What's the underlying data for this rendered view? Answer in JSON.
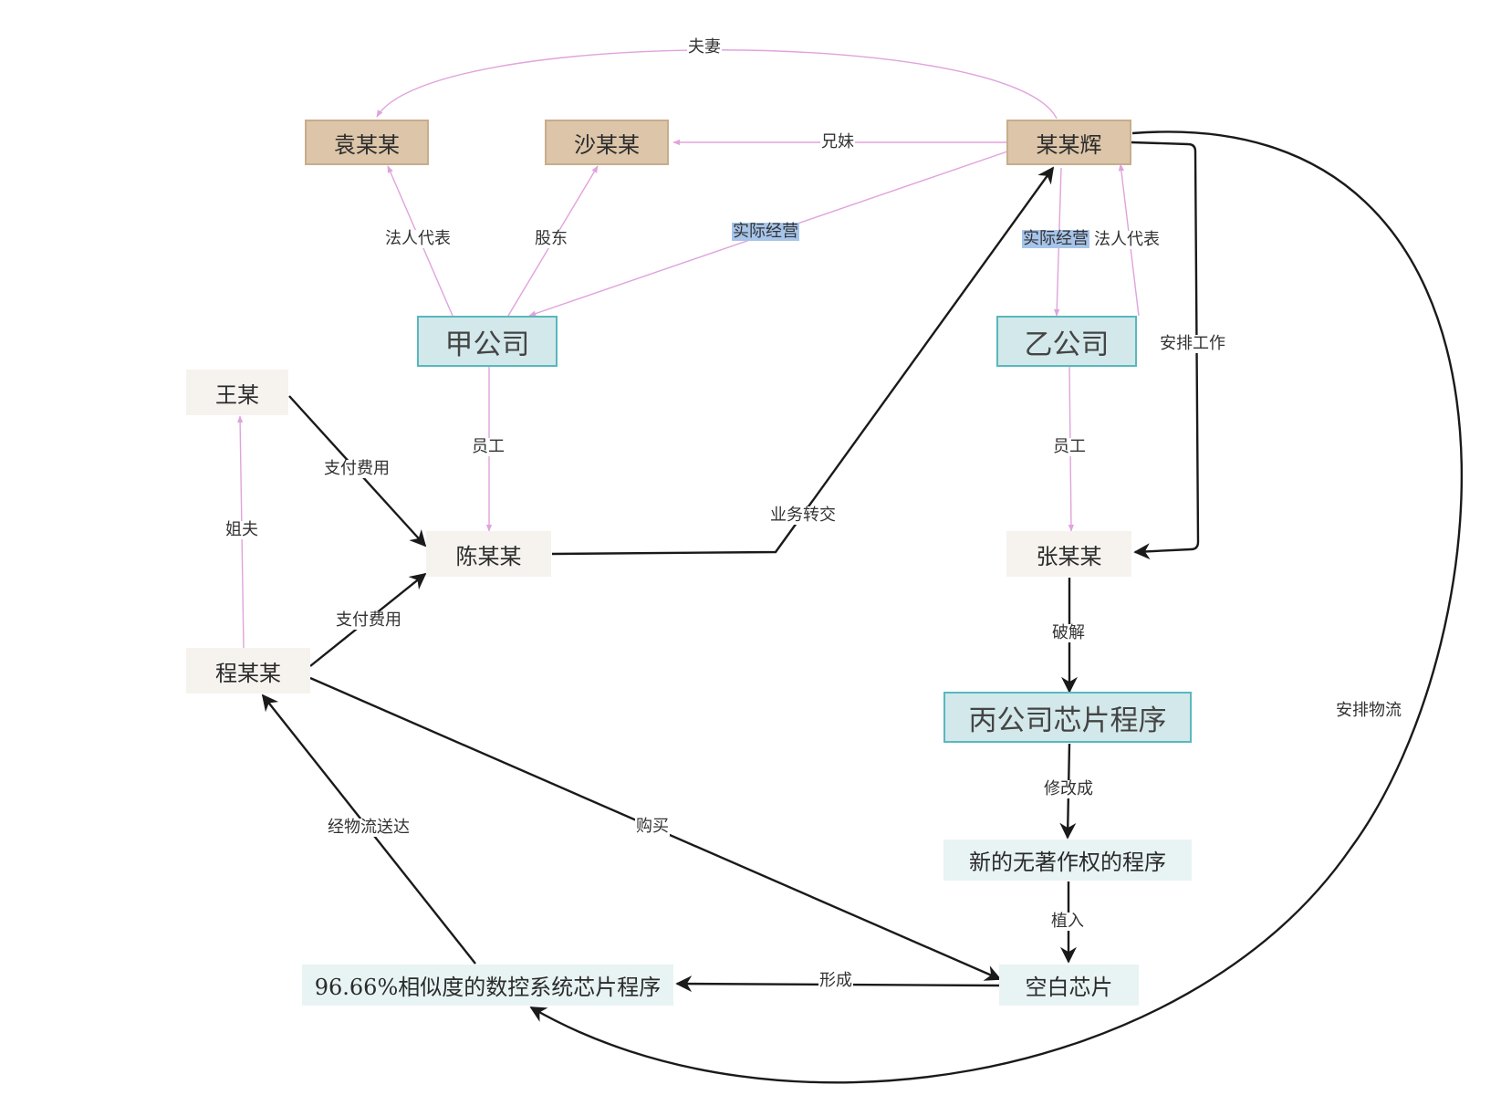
{
  "colors": {
    "person_fill": "#dcc5a8",
    "company_fill": "#d3e8ea",
    "company_border": "#58b8bd",
    "plain_fill": "#f6f3ef",
    "item_fill": "#e8f3f4",
    "pink_edge": "#e0a3dc",
    "black_edge": "#1a1a1a",
    "highlight": "#a7c5ea"
  },
  "nodes": {
    "yuan": "袁某某",
    "sha": "沙某某",
    "huihui": "某某辉",
    "jia": "甲公司",
    "yi": "乙公司",
    "wang": "王某",
    "chen": "陈某某",
    "zhang": "张某某",
    "cheng": "程某某",
    "bing": "丙公司芯片程序",
    "newprog": "新的无著作权的程序",
    "blank": "空白芯片",
    "similar": "96.66%相似度的数控系统芯片程序"
  },
  "edges": {
    "fuqi": "夫妻",
    "xiongmei": "兄妹",
    "faren_jia": "法人代表",
    "gudong": "股东",
    "shiji_jia": "实际经营",
    "shiji_yi": "实际经营",
    "faren_yi": "法人代表",
    "yuangong_jia": "员工",
    "yuangong_yi": "员工",
    "anpai_gongzuo": "安排工作",
    "zhifu_wang": "支付费用",
    "zhifu_cheng": "支付费用",
    "jiefu": "姐夫",
    "yewu": "业务转交",
    "pojie": "破解",
    "xiugai": "修改成",
    "zhiru": "植入",
    "xingcheng": "形成",
    "goumai": "购买",
    "songda": "经物流送达",
    "anpai_wuliu": "安排物流"
  }
}
